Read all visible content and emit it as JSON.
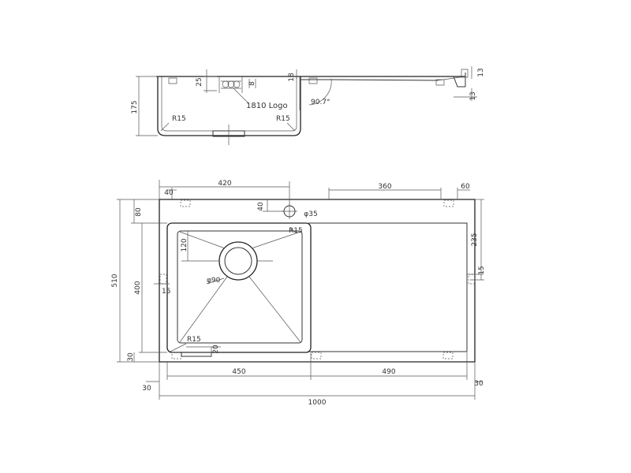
{
  "side_view": {
    "height_175": "175",
    "dim_25": "25",
    "dim_18": "18",
    "dim_8": "8",
    "dim_13": "13",
    "dim_13b": "13",
    "logo_label": "1810 Logo",
    "angle": "90.7°",
    "radius_left": "R15",
    "radius_right": "R15"
  },
  "top_view": {
    "dim_420": "420",
    "dim_360": "360",
    "dim_60": "60",
    "dim_40_left": "40",
    "dim_40_hole": "40",
    "dim_phi35": "φ35",
    "dim_80": "80",
    "dim_510": "510",
    "dim_400": "400",
    "dim_30_left": "30",
    "dim_120": "120",
    "dim_r15_top": "R15",
    "dim_phi90": "φ90",
    "dim_15_left": "15",
    "dim_r15_bottom": "R15",
    "dim_20": "20",
    "dim_235": "235",
    "dim_15_right": "15",
    "dim_450": "450",
    "dim_490": "490",
    "dim_30_bl": "30",
    "dim_30_br": "30",
    "dim_1000": "1000"
  }
}
